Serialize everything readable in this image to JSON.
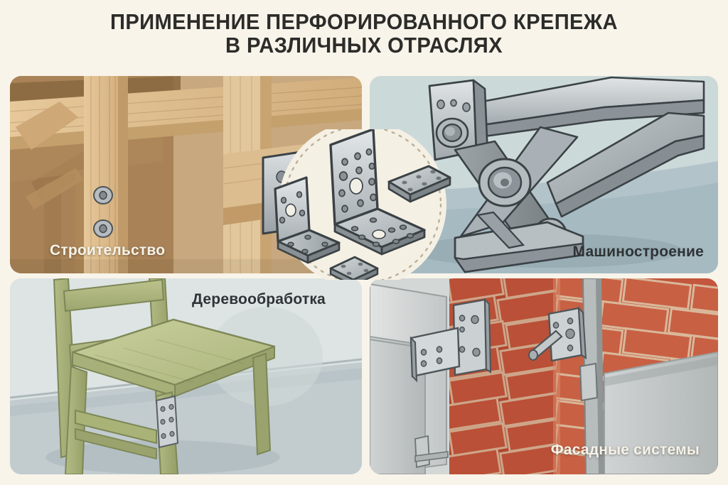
{
  "title": {
    "line1": "ПРИМЕНЕНИЕ ПЕРФОРИРОВАННОГО КРЕПЕЖА",
    "line2": "В РАЗЛИЧНЫХ ОТРАСЛЯХ",
    "color": "#2c2c2a"
  },
  "background_color": "#f8f4ea",
  "panels": [
    {
      "id": "construction",
      "label": "Строительство",
      "label_color": "#f6f2e8",
      "background_color": "#cbb089",
      "scene": "wooden-timber-frame-with-steel-angle-bracket",
      "icon": "timber-frame-icon"
    },
    {
      "id": "machinery",
      "label": "Машиностроение",
      "label_color": "#2f3335",
      "background_color": "#cdd9d9",
      "scene": "steel-scissor-jack-mechanism",
      "icon": "scissor-jack-icon"
    },
    {
      "id": "woodworking",
      "label": "Деревообработка",
      "label_color": "#2f3335",
      "background_color": "#d7e0e0",
      "scene": "green-wooden-chair-with-metal-mending-plate",
      "icon": "chair-icon"
    },
    {
      "id": "facade",
      "label": "Фасадные системы",
      "label_color": "#f6f2e8",
      "background_color": "#cfd3d2",
      "scene": "brick-wall-corner-with-facade-brackets-and-cladding",
      "icon": "brick-facade-icon"
    }
  ],
  "center_callout": {
    "name": "perforated-fasteners-callout",
    "disc_color": "#f5f0e4",
    "dashed_border_color": "#b9ad93",
    "items": [
      {
        "name": "small-angle-bracket",
        "type": "L-angle"
      },
      {
        "name": "large-angle-bracket",
        "type": "L-angle"
      },
      {
        "name": "flat-perforated-plate-upper",
        "type": "flat-plate"
      },
      {
        "name": "flat-perforated-plate-lower",
        "type": "flat-plate"
      }
    ]
  },
  "palette": {
    "metal_light": "#d4d8da",
    "metal_mid": "#a8aeb2",
    "metal_dark": "#7d8488",
    "metal_outline": "#3a4044",
    "wood_light": "#e2c394",
    "wood_mid": "#c9a370",
    "wood_dark": "#9b7murk",
    "brick_red": "#c3563c",
    "mortar": "#d9b89a",
    "chair_green": "#a8b07c",
    "cream": "#f5f0e4"
  }
}
